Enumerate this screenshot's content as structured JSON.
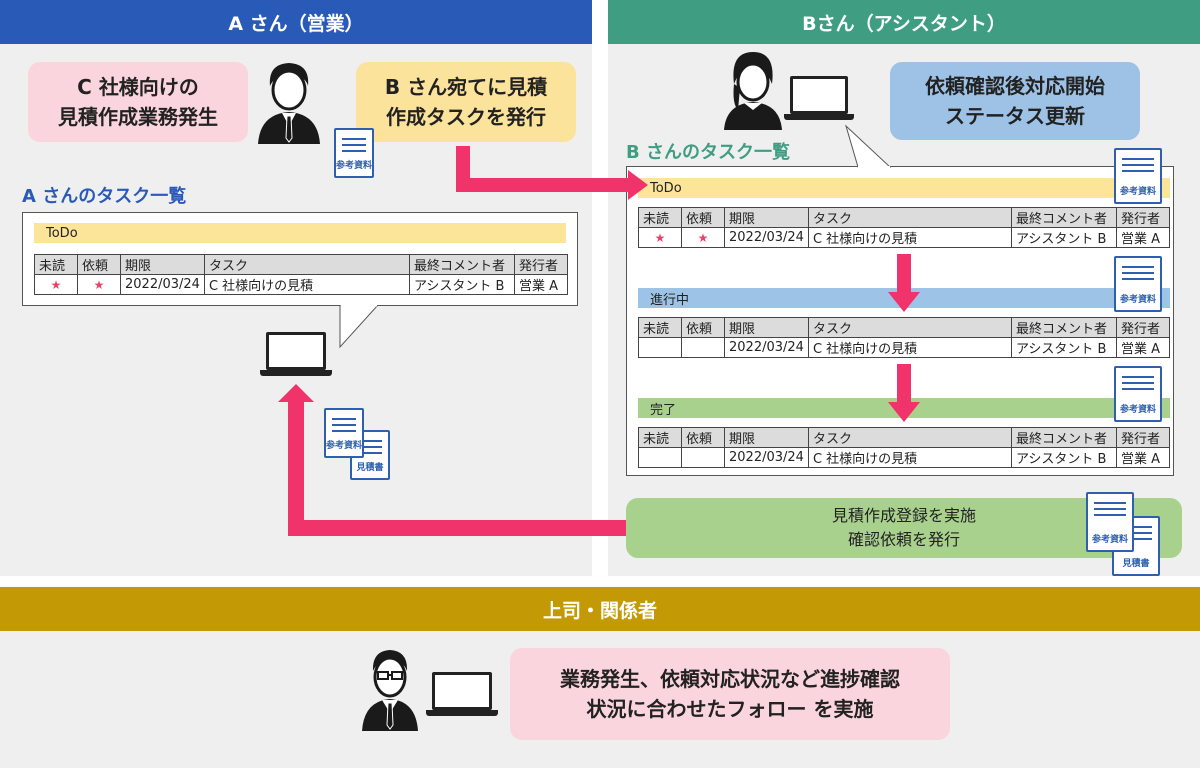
{
  "panel_a": {
    "header": "A さん（営業）",
    "bubble_pink": "C 社様向けの\n見積作成業務発生",
    "bubble_yellow": "B さん宛てに見積\n作成タスクを発行",
    "task_list_title": "A さんのタスク一覧",
    "band_label": "ToDo",
    "doc_reference_label": "参考資料",
    "doc_estimate_label": "見積書"
  },
  "panel_b": {
    "header": "Bさん（アシスタント）",
    "bubble_blue": "依頼確認後対応開始\nステータス更新",
    "task_list_title": "B さんのタスク一覧",
    "bands": [
      "ToDo",
      "進行中",
      "完了"
    ],
    "bottom_bubble": "見積作成登録を実施\n確認依頼を発行",
    "doc_reference_label": "参考資料",
    "doc_estimate_label": "見積書"
  },
  "table": {
    "headers": [
      "未読",
      "依頼",
      "期限",
      "タスク",
      "最終コメント者",
      "発行者"
    ],
    "row": {
      "deadline": "2022/03/24",
      "task": "C 社様向けの見積",
      "last_commenter": "アシスタント B",
      "issuer": "営業 A",
      "star": "★"
    }
  },
  "panel_c": {
    "header": "上司・関係者",
    "bubble": "業務発生、依頼対応状況など進捗確認\n状況に合わせたフォロー を実施"
  },
  "colors": {
    "header_a": "#2a5ab8",
    "header_b": "#3f9d82",
    "header_c": "#c39a06",
    "bubble_pink": "#fbd5dd",
    "bubble_yellow": "#fce39b",
    "bubble_blue": "#9ec2e6",
    "bubble_green": "#a9d18e",
    "band_yellow": "#fce498",
    "band_blue": "#9dc3e6",
    "band_green": "#a9d18e",
    "arrow": "#f0336a",
    "doc": "#2f5fb0"
  }
}
